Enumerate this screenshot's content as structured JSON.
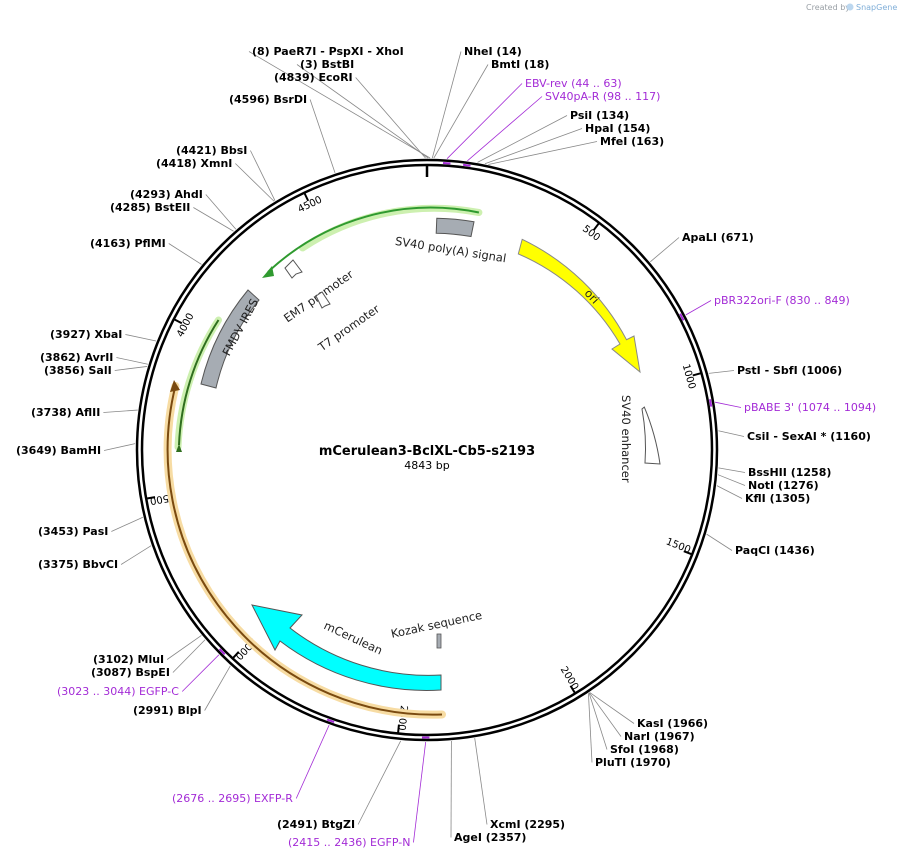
{
  "map": {
    "name": "mCerulean3-BclXL-Cb5-s2193",
    "size_label": "4843 bp",
    "length": 4843,
    "credit": "Created by",
    "brand": "SnapGene"
  },
  "ticks": [
    {
      "pos": 500,
      "label": "500"
    },
    {
      "pos": 1000,
      "label": "1000"
    },
    {
      "pos": 1500,
      "label": "1500"
    },
    {
      "pos": 2000,
      "label": "2000"
    },
    {
      "pos": 2500,
      "label": "2500"
    },
    {
      "pos": 3000,
      "label": "3000"
    },
    {
      "pos": 3500,
      "label": "3500"
    },
    {
      "pos": 4000,
      "label": "4000"
    },
    {
      "pos": 4500,
      "label": "4500"
    }
  ],
  "sites": [
    {
      "pos": 8,
      "label": "(8)  PaeR7I   - PspXI   - XhoI"
    },
    {
      "pos": 3,
      "label": "(3)  BstBI"
    },
    {
      "pos": 4839,
      "label": "(4839)  EcoRI"
    },
    {
      "pos": 4596,
      "label": "(4596)  BsrDI"
    },
    {
      "pos": 14,
      "label": "NheI   (14)"
    },
    {
      "pos": 18,
      "label": "BmtI   (18)"
    },
    {
      "pos": 134,
      "label": "PsiI   (134)"
    },
    {
      "pos": 154,
      "label": "HpaI   (154)"
    },
    {
      "pos": 163,
      "label": "MfeI   (163)"
    },
    {
      "pos": 671,
      "label": "ApaLI   (671)"
    },
    {
      "pos": 1006,
      "label": "PstI   - SbfI   (1006)"
    },
    {
      "pos": 1160,
      "label": "CsiI   - SexAI *   (1160)"
    },
    {
      "pos": 1258,
      "label": "BssHII   (1258)"
    },
    {
      "pos": 1276,
      "label": "NotI   (1276)"
    },
    {
      "pos": 1305,
      "label": "KflI   (1305)"
    },
    {
      "pos": 1436,
      "label": "PaqCI   (1436)"
    },
    {
      "pos": 1966,
      "label": "KasI   (1966)"
    },
    {
      "pos": 1967,
      "label": "NarI   (1967)"
    },
    {
      "pos": 1968,
      "label": "SfoI   (1968)"
    },
    {
      "pos": 1970,
      "label": "PluTI   (1970)"
    },
    {
      "pos": 2295,
      "label": "XcmI   (2295)"
    },
    {
      "pos": 2357,
      "label": "AgeI   (2357)"
    },
    {
      "pos": 2491,
      "label": "(2491)  BtgZI"
    },
    {
      "pos": 2991,
      "label": "(2991)  BlpI"
    },
    {
      "pos": 3087,
      "label": "(3087)  BspEI"
    },
    {
      "pos": 3102,
      "label": "(3102)  MluI"
    },
    {
      "pos": 3375,
      "label": "(3375)  BbvCI"
    },
    {
      "pos": 3453,
      "label": "(3453)  PasI"
    },
    {
      "pos": 3649,
      "label": "(3649)  BamHI"
    },
    {
      "pos": 3738,
      "label": "(3738)  AflII"
    },
    {
      "pos": 3856,
      "label": "(3856)  SalI"
    },
    {
      "pos": 3862,
      "label": "(3862)  AvrII"
    },
    {
      "pos": 3927,
      "label": "(3927)  XbaI"
    },
    {
      "pos": 4163,
      "label": "(4163)  PflMI"
    },
    {
      "pos": 4285,
      "label": "(4285)  BstEII"
    },
    {
      "pos": 4293,
      "label": "(4293)  AhdI"
    },
    {
      "pos": 4418,
      "label": "(4418)  XmnI"
    },
    {
      "pos": 4421,
      "label": "(4421)  BbsI"
    }
  ],
  "primers": [
    {
      "pos": 53,
      "label": "EBV-rev    (44 .. 63)"
    },
    {
      "pos": 107,
      "label": "SV40pA-R    (98 .. 117)"
    },
    {
      "pos": 840,
      "label": "pBR322ori-F    (830 .. 849)"
    },
    {
      "pos": 1084,
      "label": "pBABE 3'    (1074 .. 1094)"
    },
    {
      "pos": 2425,
      "label": "(2415 .. 2436)   EGFP-N"
    },
    {
      "pos": 2685,
      "label": "(2676 .. 2695)   EXFP-R"
    },
    {
      "pos": 3033,
      "label": "(3023 .. 3044)   EGFP-C"
    }
  ],
  "features": [
    {
      "label": "SV40 poly(A) signal",
      "color": "#a6acb3"
    },
    {
      "label": "ori",
      "color": "#ffff00"
    },
    {
      "label": "SV40 enhancer",
      "color": "#ffffff"
    },
    {
      "label": "Kozak sequence",
      "color": "#a6acb3"
    },
    {
      "label": "mCerulean",
      "color": "#00ffff"
    },
    {
      "label": "FMDV IRES",
      "color": "#a6acb3"
    },
    {
      "label": "EM7 promoter",
      "color": "#ffffff"
    },
    {
      "label": "T7 promoter",
      "color": "#ffffff"
    }
  ],
  "colors": {
    "backbone": "#000000",
    "primer": "#a32bd6",
    "green_arrow": "#2f9a2f",
    "orange_arrow": "#e8a53a"
  }
}
